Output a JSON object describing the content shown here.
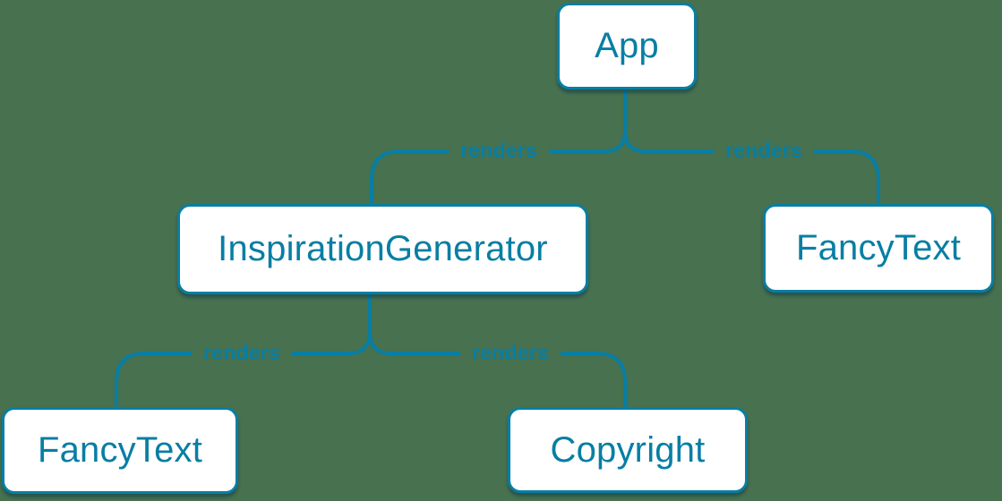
{
  "canvas": {
    "background_color": "#47714F",
    "accent_color": "#087EA4",
    "node_fill_color": "#FFFFFF"
  },
  "diagram": {
    "type": "component-tree",
    "nodes": [
      {
        "id": "app",
        "label": "App"
      },
      {
        "id": "inspiration-generator",
        "label": "InspirationGenerator"
      },
      {
        "id": "fancy-text-top",
        "label": "FancyText"
      },
      {
        "id": "fancy-text-bottom",
        "label": "FancyText"
      },
      {
        "id": "copyright",
        "label": "Copyright"
      }
    ],
    "edges": [
      {
        "from": "App",
        "to": "InspirationGenerator",
        "label": "renders"
      },
      {
        "from": "App",
        "to": "FancyText",
        "label": "renders"
      },
      {
        "from": "InspirationGenerator",
        "to": "FancyText",
        "label": "renders"
      },
      {
        "from": "InspirationGenerator",
        "to": "Copyright",
        "label": "renders"
      }
    ]
  }
}
